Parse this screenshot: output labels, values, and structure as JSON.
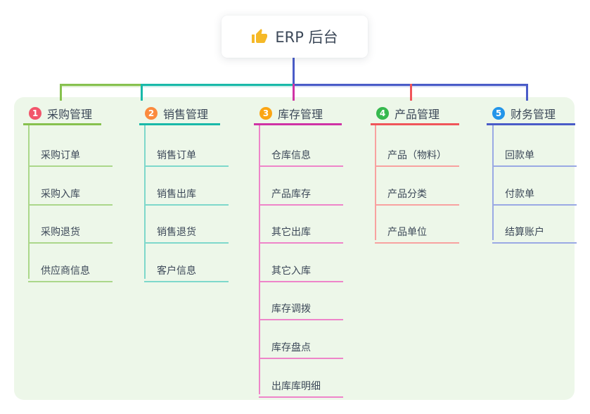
{
  "root": {
    "title": "ERP 后台",
    "icon": "thumbs-up-icon"
  },
  "branches": [
    {
      "badge": "1",
      "title": "采购管理",
      "badge_color": "#f2556b",
      "line_color": "#87c14e",
      "light_color": "#abd78a",
      "children": [
        "采购订单",
        "采购入库",
        "采购退货",
        "供应商信息"
      ]
    },
    {
      "badge": "2",
      "title": "销售管理",
      "badge_color": "#fb8a3e",
      "line_color": "#19b9a9",
      "light_color": "#7ed8cb",
      "children": [
        "销售订单",
        "销售出库",
        "销售退货",
        "客户信息"
      ]
    },
    {
      "badge": "3",
      "title": "库存管理",
      "badge_color": "#fba513",
      "line_color": "#cf33a5",
      "light_color": "#ee85c9",
      "children": [
        "仓库信息",
        "产品库存",
        "其它出库",
        "其它入库",
        "库存调拨",
        "库存盘点",
        "出库库明细"
      ]
    },
    {
      "badge": "4",
      "title": "产品管理",
      "badge_color": "#36b94e",
      "line_color": "#f0555a",
      "light_color": "#f8a2a0",
      "children": [
        "产品（物料）",
        "产品分类",
        "产品单位"
      ]
    },
    {
      "badge": "5",
      "title": "财务管理",
      "badge_color": "#2395e9",
      "line_color": "#4a5cc8",
      "light_color": "#9aa9e4",
      "children": [
        "回款单",
        "付款单",
        "结算账户"
      ]
    }
  ],
  "colors": {
    "canvas_bg": "#ffffff",
    "panel_bg": "#edf7e9",
    "text": "#3c4858",
    "thumb_icon": "#f5b928"
  }
}
